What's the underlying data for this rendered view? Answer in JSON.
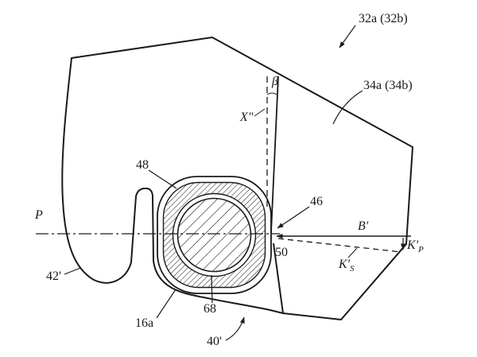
{
  "figure": {
    "type": "patent-cross-section-drawing",
    "background": "#ffffff",
    "line_color": "#1a1a1a"
  },
  "labels": {
    "ref_32": "32a (32b)",
    "ref_34": "34a (34b)",
    "beta": "β",
    "x_axis": "X\"",
    "ref_48": "48",
    "p": "P",
    "ref_46": "46",
    "b_prime": "B'",
    "kp_main": "K'",
    "kp_sub": "P",
    "ks_main": "K'",
    "ks_sub": "S",
    "ref_50": "50",
    "ref_42": "42'",
    "ref_16a": "16a",
    "ref_68": "68",
    "ref_40": "40'"
  }
}
